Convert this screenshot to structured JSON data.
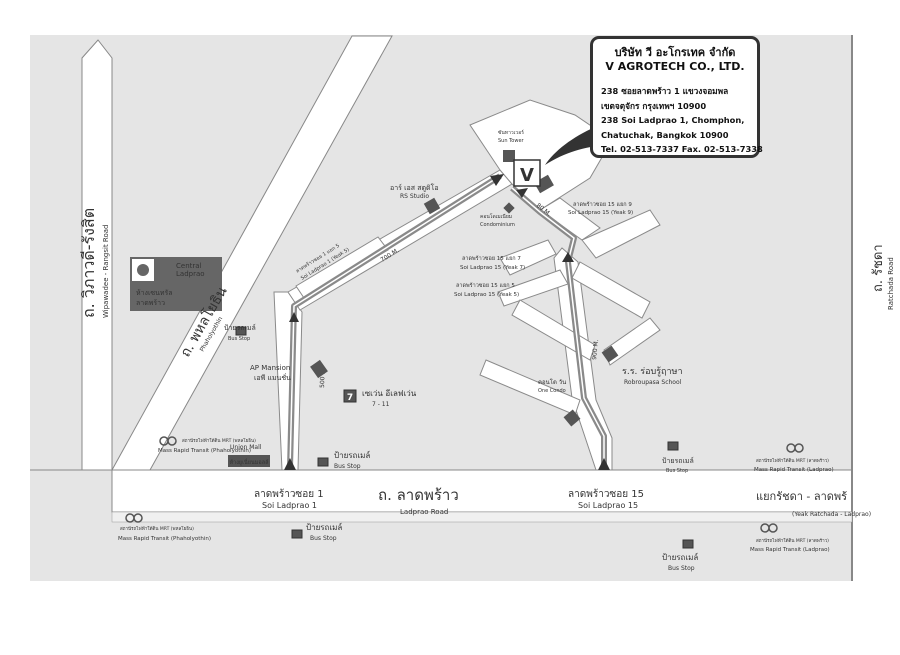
{
  "company": {
    "name_th": "บริษัท วี อะโกรเทค จำกัด",
    "name_en": "V AGROTECH CO., LTD.",
    "address_th_1": "238 ซอยลาดพร้าว 1 แขวงจอมพล",
    "address_th_2": "เขตจตุจักร กรุงเทพฯ 10900",
    "address_en_1": "238 Soi Ladprao 1, Chomphon,",
    "address_en_2": "Chatuchak, Bangkok 10900",
    "contact": "Tel. 02-513-7337 Fax. 02-513-7338"
  },
  "marker_letter": "V",
  "roads": {
    "vibhavadi_th": "ถ. วิภาวดี-รังสิต",
    "vibhavadi_en": "Wipawadee - Rangsit Road",
    "phahon_th": "ถ. พหลโยธิน",
    "phahon_en": "Phaholyothin",
    "ratchada_th": "ถ. รัชดา",
    "ratchada_en": "Ratchada Road",
    "ladprao_th": "ถ. ลาดพร้าว",
    "ladprao_en": "Ladprao Road",
    "soi1_th": "ลาดพร้าวซอย 1",
    "soi1_en": "Soi Ladprao 1",
    "soi15_th": "ลาดพร้าวซอย 15",
    "soi15_en": "Soi Ladprao 15",
    "intersection_th": "แยกรัชดา - ลาดพร้",
    "intersection_en": "(Yeak Ratchada - Ladprao)",
    "soi1_yeak5_th": "ลาดพร้าวซอย 1 แยก 5",
    "soi1_yeak5_en": "Soi Ladprao 1 (Yeak 5)",
    "soi15_yeak9_th": "ลาดพร้าวซอย 15 แยก 9",
    "soi15_yeak9_en": "Soi Ladprao 15 (Yeak 9)",
    "soi15_yeak7_th": "ลาดพร้าวซอย 15 แยก 7",
    "soi15_yeak7_en": "Soi Ladprao 15 (Yeak 7)",
    "soi15_yeak5_th": "ลาดพร้าวซอย 15 แยก 5",
    "soi15_yeak5_en": "Soi Ladprao 15 (Yeak 5)"
  },
  "distances": {
    "d1": "500 M.",
    "d2": "700 M.",
    "d3": "80 M.",
    "d4": "900 M."
  },
  "landmarks": {
    "central_en_1": "Central",
    "central_en_2": "Ladprao",
    "central_th_1": "ห้างเซนทรัล",
    "central_th_2": "ลาดพร้าว",
    "rs_th": "อาร์ เอส สตูดิโอ",
    "rs_en": "RS Studio",
    "sun_th": "ซันทาวเวอร์",
    "sun_en": "Sun Tower",
    "condo_th": "คอนโดเมเนียม",
    "condo_en": "Condominium",
    "ap_th": "เอพี แมนชั่น",
    "ap_en": "AP Mansion",
    "seven_th": "เซเว่น อีเลฟเว่น",
    "seven_en": "7 - 11",
    "union_th": "ห้างยูเนี่ยนมอลล์",
    "union_en": "Union Mall",
    "onecondo_th": "คอนโด วัน",
    "onecondo_en": "One Condo",
    "school_th": "ร.ร. ร่อบรู้ฤาษา",
    "school_en": "Robroupasa School",
    "bus_th": "ป้ายรถเมล์",
    "bus_en": "Bus Stop",
    "mrt_phahon_th": "สถานีรถไฟฟ้าใต้ดิน MRT (พหลโยธิน)",
    "mrt_phahon_en": "Mass Rapid Transit (Phaholyothin)",
    "mrt_ladprao_th": "สถานีรถไฟฟ้าใต้ดิน MRT (ลาดพร้าว)",
    "mrt_ladprao_en": "Mass Rapid Transit (Ladprao)"
  },
  "colors": {
    "background": "#e5e5e5",
    "road": "#ffffff",
    "route": "#8a8a8a",
    "building": "#555555",
    "text": "#333333"
  }
}
